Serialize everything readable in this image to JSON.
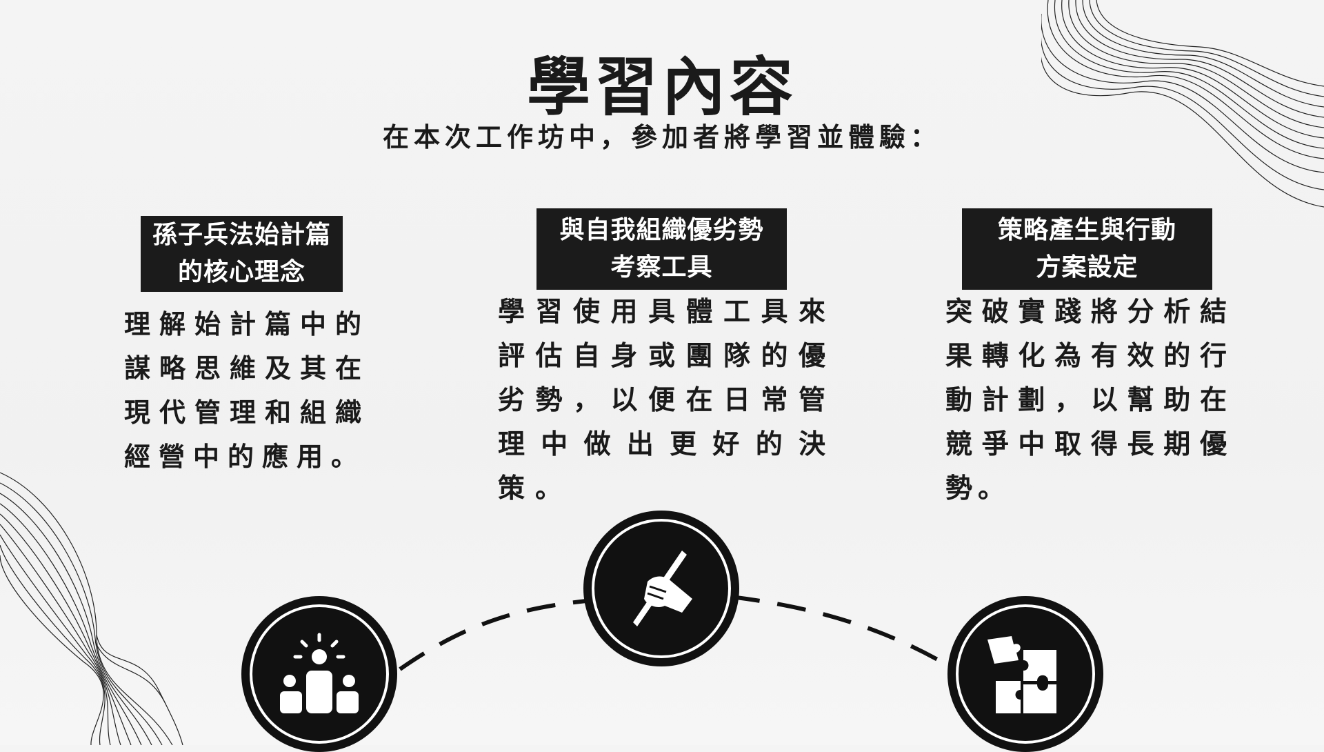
{
  "header": {
    "title": "學習內容",
    "subtitle": "在本次工作坊中，參加者將學習並體驗："
  },
  "columns": [
    {
      "heading_line1": "孫子兵法始計篇",
      "heading_line2": "的核心理念",
      "body": "理解始計篇中的謀略思維及其在現代管理和組織經營中的應用。",
      "icon": "team-leader-icon"
    },
    {
      "heading_line1": "與自我組織優劣勢",
      "heading_line2": "考察工具",
      "body": "學習使用具體工具來評估自身或團隊的優劣勢，以便在日常管理中做出更好的決策。",
      "icon": "hand-pencil-icon"
    },
    {
      "heading_line1": "策略產生與行動",
      "heading_line2": "方案設定",
      "body": "突破實踐將分析結果轉化為有效的行動計劃，以幫助在競爭中取得長期優勢。",
      "icon": "puzzle-icon"
    }
  ]
}
